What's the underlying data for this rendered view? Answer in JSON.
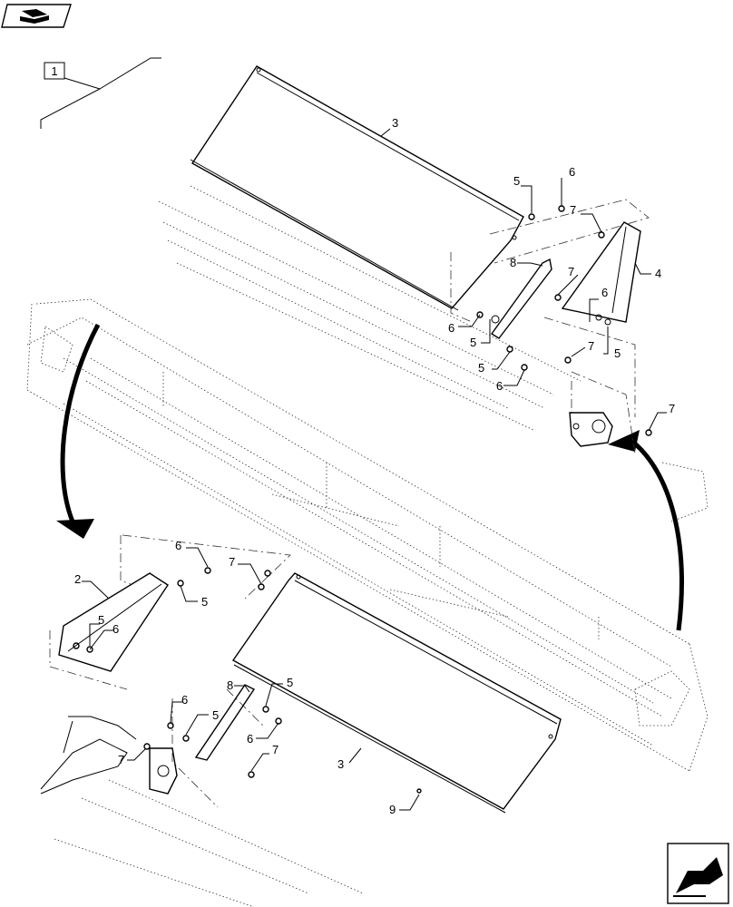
{
  "callouts": {
    "ref_box": "1",
    "c1": "3",
    "c2": "5",
    "c3": "6",
    "c4": "7",
    "c5": "8",
    "c6": "7",
    "c7": "4",
    "c8": "6",
    "c9": "6",
    "c10": "5",
    "c11": "5",
    "c12": "7",
    "c13": "5",
    "c14": "6",
    "c15": "7",
    "c16": "6",
    "c17": "7",
    "c18": "5",
    "c19": "2",
    "c20": "5",
    "c21": "6",
    "c22": "8",
    "c23": "5",
    "c24": "6",
    "c25": "5",
    "c26": "6",
    "c27": "7",
    "c28": "7",
    "c29": "3",
    "c30": "9"
  },
  "icons": {
    "top_left": "book-pointer-icon",
    "bottom_right": "arrow-next-icon"
  }
}
